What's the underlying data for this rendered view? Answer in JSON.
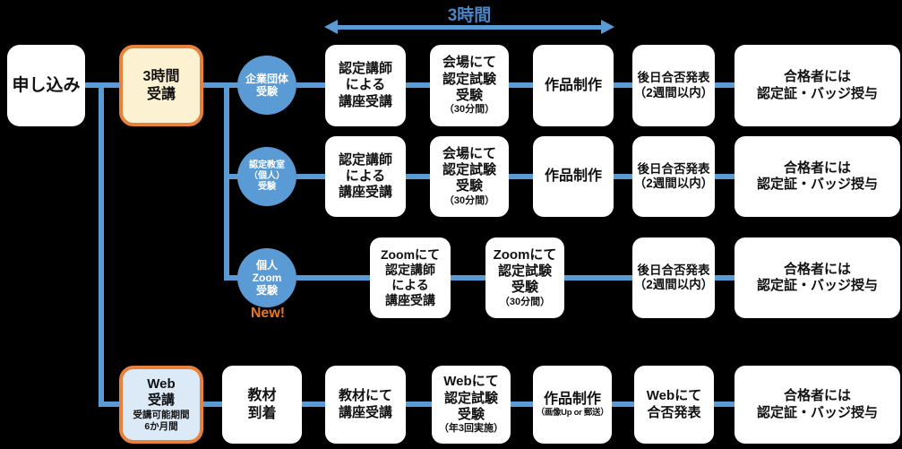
{
  "palette": {
    "background": "#000000",
    "connector_blue": "#5B9BD5",
    "node_white": "#FFFFFF",
    "accent_orange_border": "#E8813B",
    "new_badge_orange": "#E87722",
    "cream_fill": "#FCF2D2",
    "lightblue_fill": "#DCE9F7",
    "duration_text_blue": "#4B86C6",
    "text_black": "#111111"
  },
  "header": {
    "duration_label": "3時間"
  },
  "start": {
    "lines": [
      "申し込み"
    ]
  },
  "branch_3h": {
    "lines": [
      "3時間",
      "受講"
    ]
  },
  "branch_web": {
    "lines": [
      "Web",
      "受講"
    ],
    "sub_lines": [
      "受講可能期間",
      "6か月間"
    ]
  },
  "circles": {
    "corporate": {
      "lines": [
        "企業団体",
        "受験"
      ]
    },
    "classroom": {
      "lines": [
        "認定教室",
        "（個人）",
        "受験"
      ]
    },
    "zoom": {
      "lines": [
        "個人",
        "Zoom",
        "受験"
      ],
      "badge": "New!"
    }
  },
  "row1": {
    "lecture": {
      "lines": [
        "認定講師",
        "による",
        "講座受講"
      ]
    },
    "exam": {
      "lines": [
        "会場にて",
        "認定試験",
        "受験"
      ],
      "note": "（30分間）"
    },
    "production": {
      "lines": [
        "作品制作"
      ]
    },
    "result": {
      "lines": [
        "後日合否発表",
        "（2週間以内）"
      ]
    },
    "award": {
      "lines": [
        "合格者には",
        "認定証・バッジ授与"
      ]
    }
  },
  "row2": {
    "lecture": {
      "lines": [
        "認定講師",
        "による",
        "講座受講"
      ]
    },
    "exam": {
      "lines": [
        "会場にて",
        "認定試験",
        "受験"
      ],
      "note": "（30分間）"
    },
    "production": {
      "lines": [
        "作品制作"
      ]
    },
    "result": {
      "lines": [
        "後日合否発表",
        "（2週間以内）"
      ]
    },
    "award": {
      "lines": [
        "合格者には",
        "認定証・バッジ授与"
      ]
    }
  },
  "row3": {
    "lecture": {
      "lines": [
        "Zoomにて",
        "認定講師",
        "による",
        "講座受講"
      ]
    },
    "exam": {
      "lines": [
        "Zoomにて",
        "認定試験",
        "受験"
      ],
      "note": "（30分間）"
    },
    "result": {
      "lines": [
        "後日合否発表",
        "（2週間以内）"
      ]
    },
    "award": {
      "lines": [
        "合格者には",
        "認定証・バッジ授与"
      ]
    }
  },
  "row4": {
    "materials": {
      "lines": [
        "教材",
        "到着"
      ]
    },
    "lecture": {
      "lines": [
        "教材にて",
        "講座受講"
      ]
    },
    "exam": {
      "lines": [
        "Webにて",
        "認定試験",
        "受験"
      ],
      "note": "（年3回実施）"
    },
    "production": {
      "lines": [
        "作品制作"
      ],
      "note": "（画像Up or 郵送）"
    },
    "result": {
      "lines": [
        "Webにて",
        "合否発表"
      ]
    },
    "award": {
      "lines": [
        "合格者には",
        "認定証・バッジ授与"
      ]
    }
  }
}
